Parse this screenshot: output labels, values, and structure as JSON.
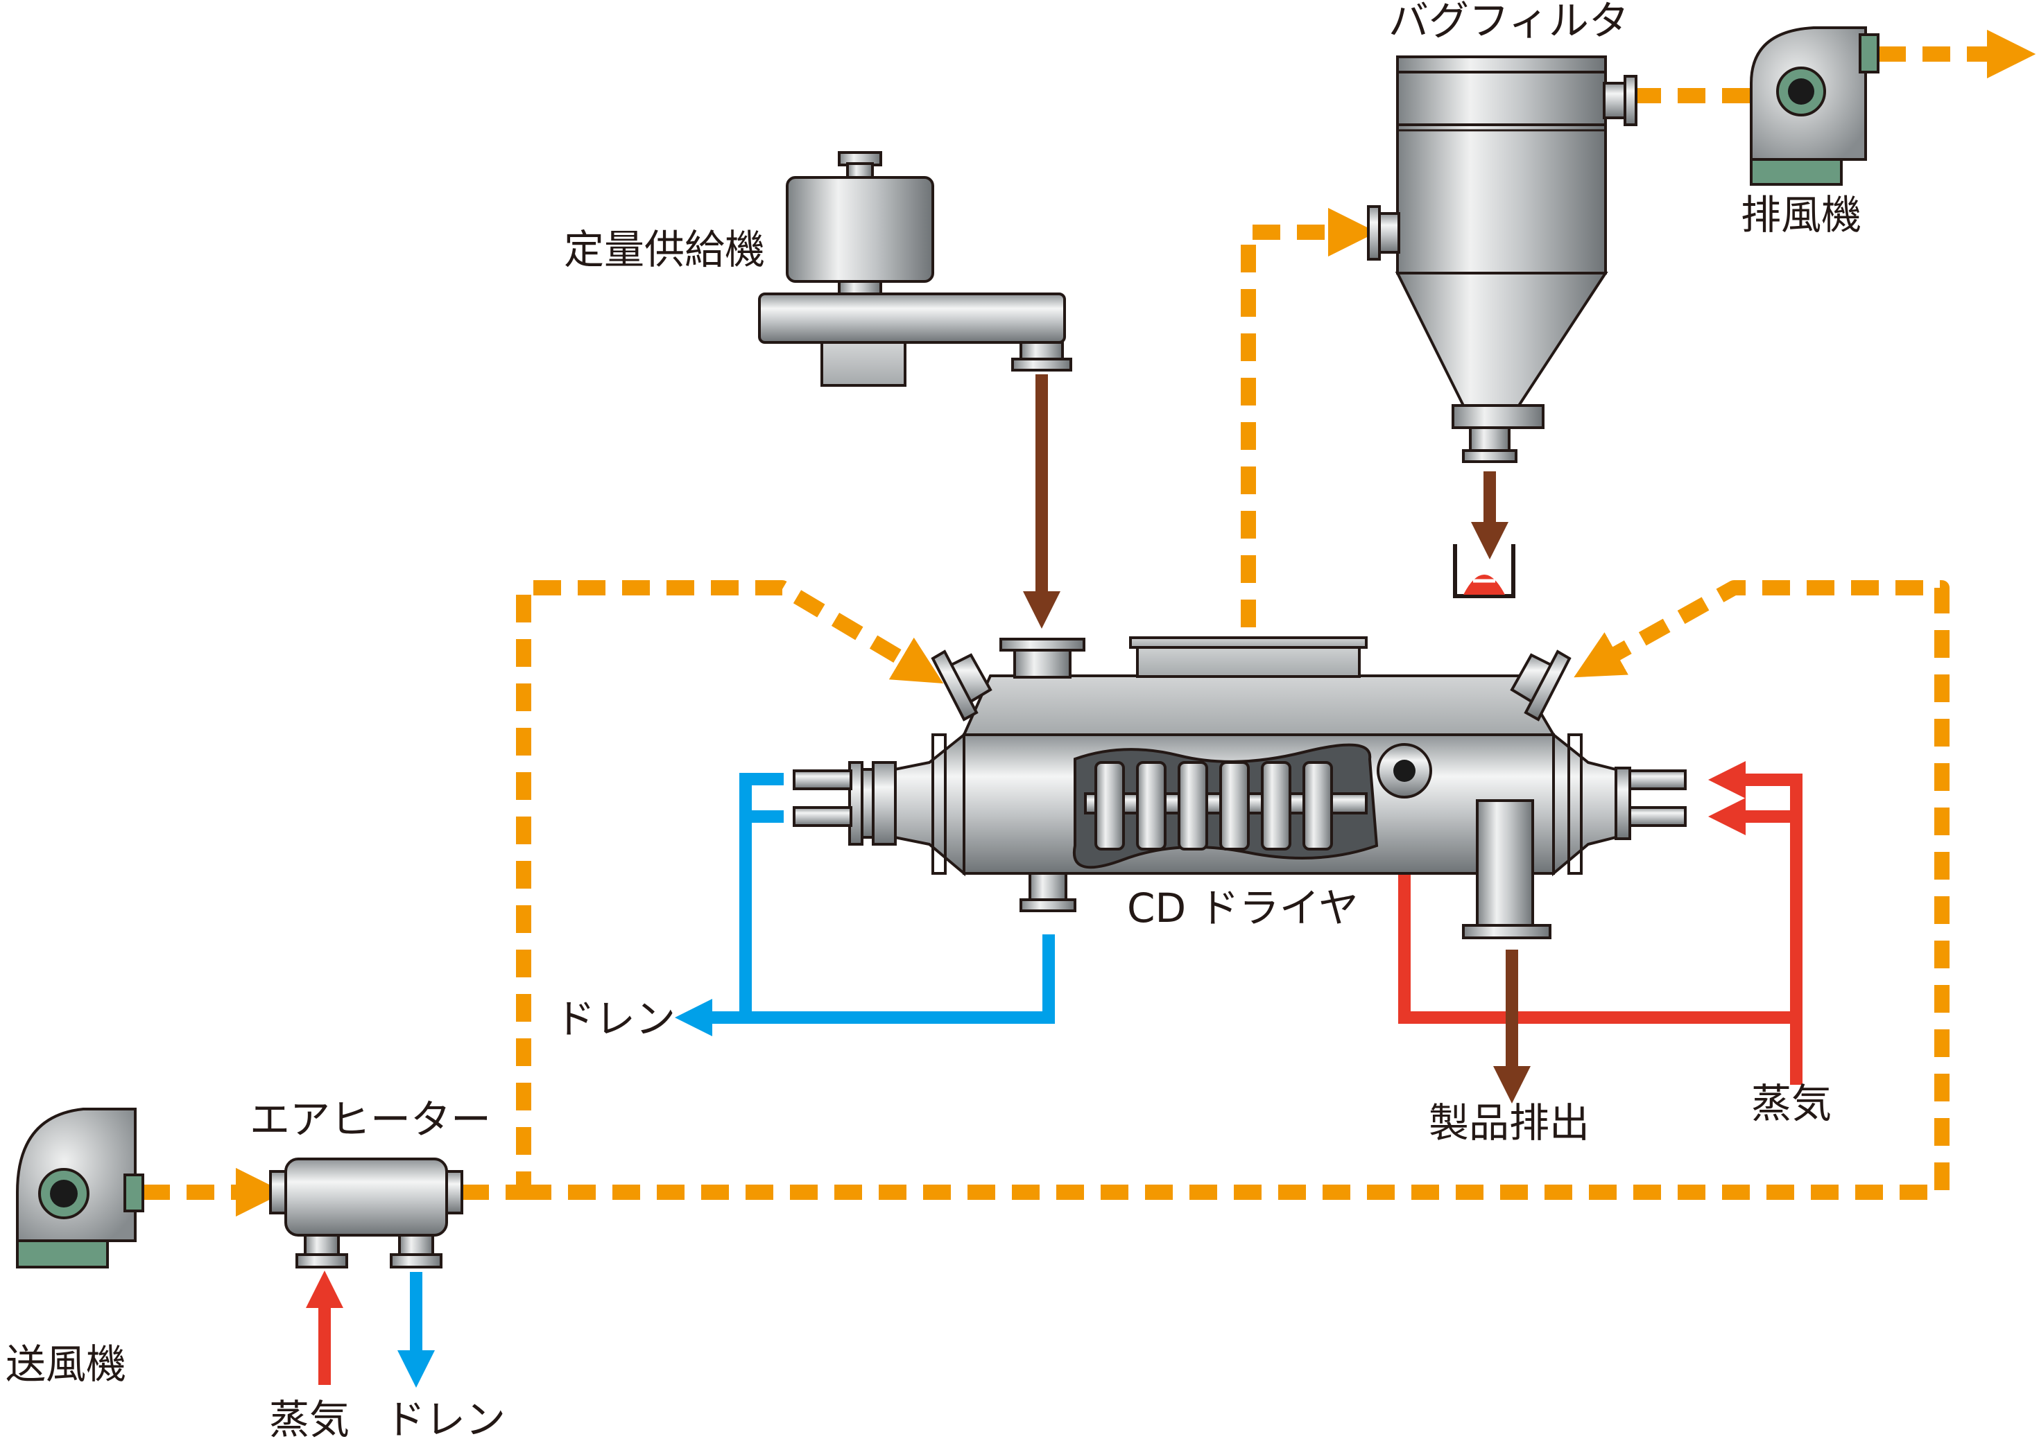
{
  "labels": {
    "feeder": "定量供給機",
    "bag_filter": "バグフィルタ",
    "exhaust_fan": "排風機",
    "dryer": "CD ドライヤ",
    "drain_dryer": "ドレン",
    "product_out": "製品排出",
    "steam_dryer": "蒸気",
    "air_heater": "エアヒーター",
    "blower": "送風機",
    "steam_heater": "蒸気",
    "drain_heater": "ドレン"
  },
  "colors": {
    "air_flow": "#f39800",
    "steam": "#e83828",
    "drain": "#00a0e9",
    "product": "#7b3a1c",
    "fan_base": "#6a9a80",
    "steel": "#bfc2c4"
  },
  "icons": [
    "blower-icon",
    "air-heater-icon",
    "feeder-icon",
    "bag-filter-icon",
    "exhaust-fan-icon",
    "dryer-icon",
    "product-container-icon"
  ]
}
